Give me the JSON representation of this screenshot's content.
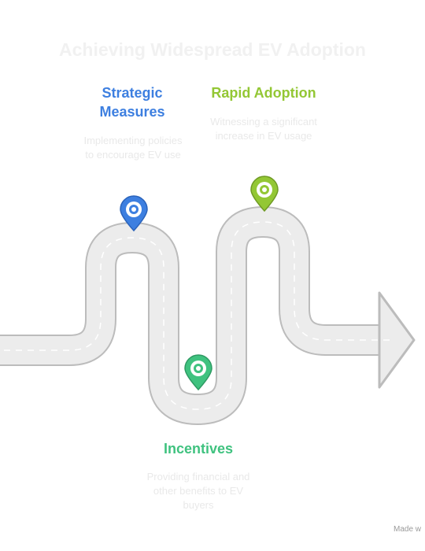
{
  "title": "Achieving Widespread EV Adoption",
  "milestones": [
    {
      "heading": "Strategic Measures",
      "description": "Implementing policies to encourage EV use",
      "color": "#3d7fe0",
      "icon": "map-pin-icon"
    },
    {
      "heading": "Rapid Adoption",
      "description": "Witnessing a significant increase in EV usage",
      "color": "#93c734",
      "icon": "map-pin-icon"
    },
    {
      "heading": "Incentives",
      "description": "Providing financial and other benefits to EV buyers",
      "color": "#3fc27f",
      "icon": "map-pin-icon"
    }
  ],
  "road": {
    "fill": "#ececec",
    "edge": "#bcbcbc",
    "lane_marking": "#ffffff"
  },
  "footer": "Made w"
}
